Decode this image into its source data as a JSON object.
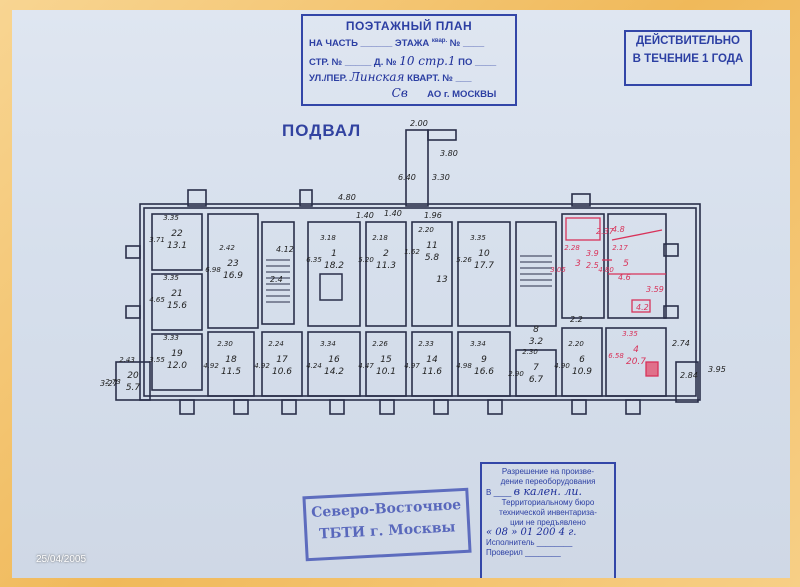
{
  "floor_plan_stamp": {
    "title": "ПОЭТАЖНЫЙ ПЛАН",
    "row1_left": "НА ЧАСТЬ",
    "row1_mid": "ЭТАЖА",
    "row1_small": "квар.",
    "row1_right": "№",
    "row2_left": "СТР. №",
    "row2_mid": "Д. №",
    "row2_hand": "10 стр.1",
    "row2_right": "ПО",
    "row3_left": "УЛ./ПЕР.",
    "row3_hand": "Линская",
    "row3_right": "КВАРТ. №",
    "row4_hand": "Св",
    "row4_right": "АО г. МОСКВЫ"
  },
  "validity_stamp": {
    "line1": "ДЕЙСТВИТЕЛЬНО",
    "line2": "В ТЕЧЕНИЕ 1 ГОДА"
  },
  "basement_title": "ПОДВАЛ",
  "bti_stamp": {
    "line1": "Северо-Восточное",
    "line2": "ТБТИ г. Москвы"
  },
  "permit_stamp": {
    "line1": "Разрешение на произве-",
    "line2": "дение переоборудования",
    "line3_prefix": "В",
    "line3_hand": "в кален. ли.",
    "line4": "Территориальному бюро",
    "line5": "технической инвентариза-",
    "line6": "ции не предъявлено",
    "date_hand": "« 08 »  01  200 4 г.",
    "executor_label": "Исполнитель",
    "checked_label": "Проверил"
  },
  "date_label": "25/04/2005",
  "rooms": [
    {
      "id": "room-22",
      "num": "22",
      "area": "13.1",
      "w": "3.35",
      "h": "3.71"
    },
    {
      "id": "room-23",
      "num": "23",
      "area": "16.9",
      "w": "2.42",
      "h": "6.98"
    },
    {
      "id": "room-21",
      "num": "21",
      "area": "15.6",
      "w": "3.35",
      "h": "4.65"
    },
    {
      "id": "room-19",
      "num": "19",
      "area": "12.0",
      "w": "3.33",
      "h": "3.55"
    },
    {
      "id": "room-20",
      "num": "20",
      "area": "5.7",
      "w": "2.43",
      "h": "2.73"
    },
    {
      "id": "room-18",
      "num": "18",
      "area": "11.5",
      "w": "2.30",
      "h": "4.92"
    },
    {
      "id": "room-17",
      "num": "17",
      "area": "10.6",
      "w": "2.24",
      "h": "4.92"
    },
    {
      "id": "room-16",
      "num": "16",
      "area": "14.2",
      "w": "3.34",
      "h": "4.24"
    },
    {
      "id": "room-15",
      "num": "15",
      "area": "10.1",
      "w": "2.26",
      "h": "4.47"
    },
    {
      "id": "room-14",
      "num": "14",
      "area": "11.6",
      "w": "2.33",
      "h": "4.97"
    },
    {
      "id": "room-9",
      "num": "9",
      "area": "16.6",
      "w": "3.34",
      "h": "4.98"
    },
    {
      "id": "room-7",
      "num": "7",
      "area": "6.7",
      "w": "2.30",
      "h": "2.90"
    },
    {
      "id": "room-6",
      "num": "6",
      "area": "10.9",
      "w": "2.20",
      "h": "4.90"
    },
    {
      "id": "room-4",
      "num": "4",
      "area": "20.7",
      "w": "3.35",
      "h": "6.58"
    },
    {
      "id": "room-1",
      "num": "1",
      "area": "18.2",
      "w": "3.18",
      "h": "6.35"
    },
    {
      "id": "room-2",
      "num": "2",
      "area": "11.3",
      "w": "2.18",
      "h": "5.20"
    },
    {
      "id": "room-10",
      "num": "10",
      "area": "17.7",
      "w": "3.35",
      "h": "5.26"
    },
    {
      "id": "room-11",
      "num": "11",
      "area": "5.8",
      "w": "2.20",
      "h": "1.62"
    },
    {
      "id": "room-13",
      "num": "13",
      "area": "",
      "w": "",
      "h": ""
    },
    {
      "id": "room-8",
      "num": "8",
      "area": "3.2",
      "w": "",
      "h": ""
    },
    {
      "id": "room-3",
      "num": "3",
      "area": "",
      "w": "2.28",
      "h": "3.05"
    },
    {
      "id": "room-5",
      "num": "5",
      "area": "",
      "w": "2.17",
      "h": "4.80"
    }
  ],
  "dimension_labels": {
    "top_shaft": "2.00",
    "shaft_len1": "6.40",
    "shaft_len2": "3.30",
    "shaft_len3": "3.80",
    "corridor_w": "4.80",
    "corridor_h": "1.40",
    "small_1": "1.96",
    "vent_1": "1.40",
    "stair_1": "4.12",
    "stair_2": "2.4",
    "hall_12": "2.2",
    "right_3": "3.95",
    "right_274": "2.74",
    "right_284": "2.84",
    "left_327": "3.27",
    "red_48": "4.8",
    "red_46": "4.6",
    "red_359": "3.59",
    "red_42": "4.2",
    "red_25": "2.5",
    "red_39": "3.9",
    "red_237": "2.37"
  }
}
